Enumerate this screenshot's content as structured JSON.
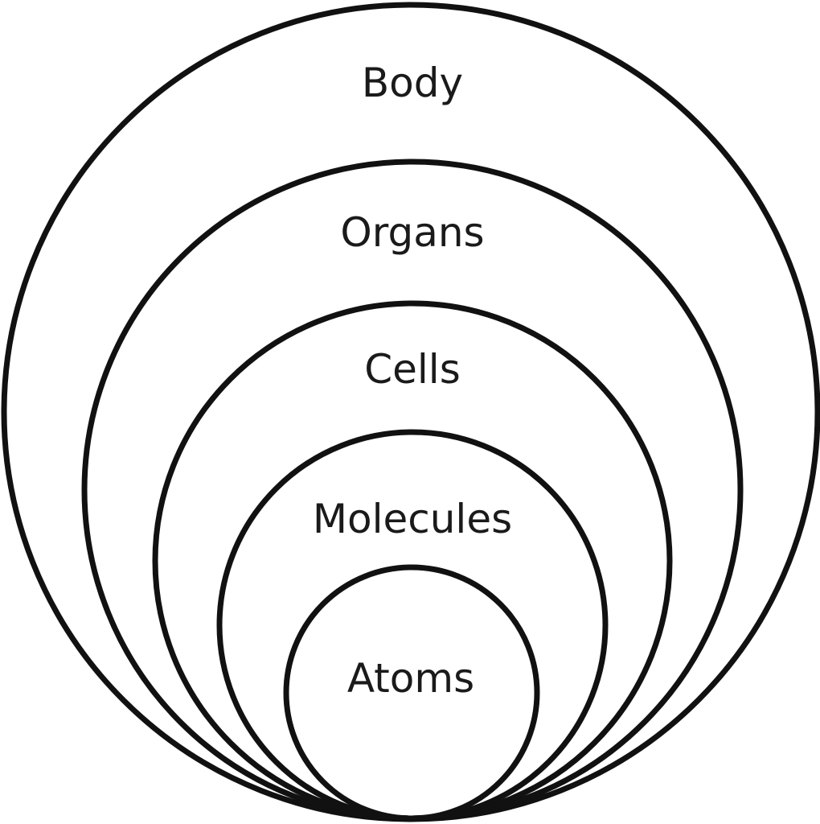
{
  "colors": {
    "stroke": "#111111",
    "text": "#1a1a1a",
    "background": "#ffffff"
  },
  "levels": [
    {
      "label": "Body"
    },
    {
      "label": "Organs"
    },
    {
      "label": "Cells"
    },
    {
      "label": "Molecules"
    },
    {
      "label": "Atoms"
    }
  ]
}
